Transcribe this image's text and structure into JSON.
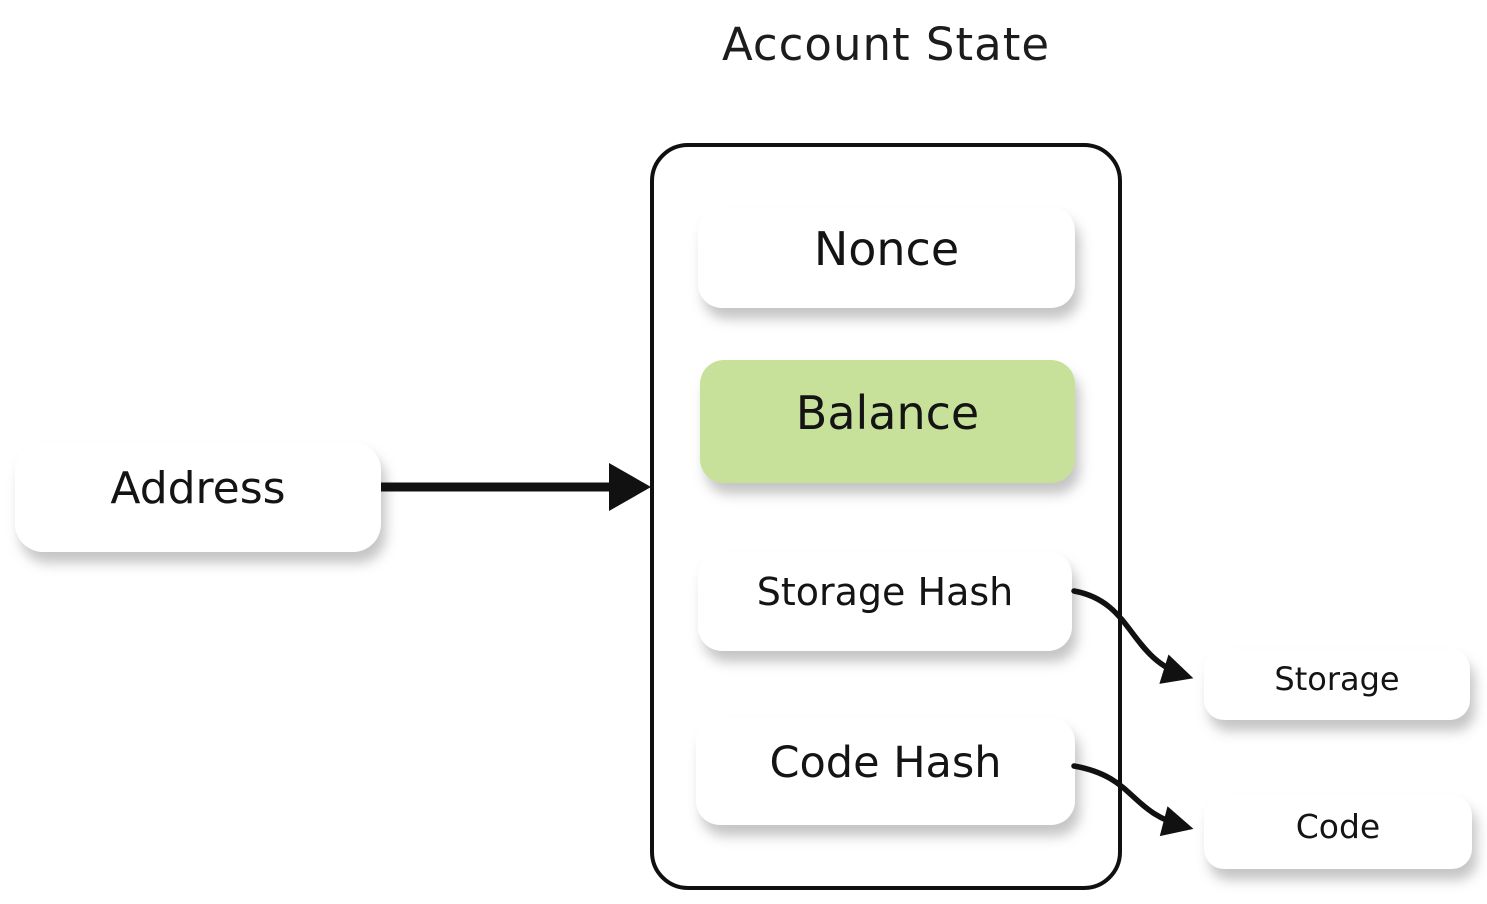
{
  "title": "Account State",
  "colors": {
    "balance_fill": "#c7e19a",
    "box_fill": "#ffffff",
    "outline": "#101010",
    "arrow": "#111111"
  },
  "nodes": {
    "address": {
      "label": "Address"
    },
    "nonce": {
      "label": "Nonce"
    },
    "balance": {
      "label": "Balance"
    },
    "storage_hash": {
      "label": "Storage Hash"
    },
    "code_hash": {
      "label": "Code Hash"
    },
    "storage": {
      "label": "Storage"
    },
    "code": {
      "label": "Code"
    }
  },
  "edges": [
    {
      "from": "Address",
      "to": "Account State",
      "style": "thick straight arrow"
    },
    {
      "from": "Storage Hash",
      "to": "Storage",
      "style": "curved arrow"
    },
    {
      "from": "Code Hash",
      "to": "Code",
      "style": "curved arrow"
    }
  ]
}
